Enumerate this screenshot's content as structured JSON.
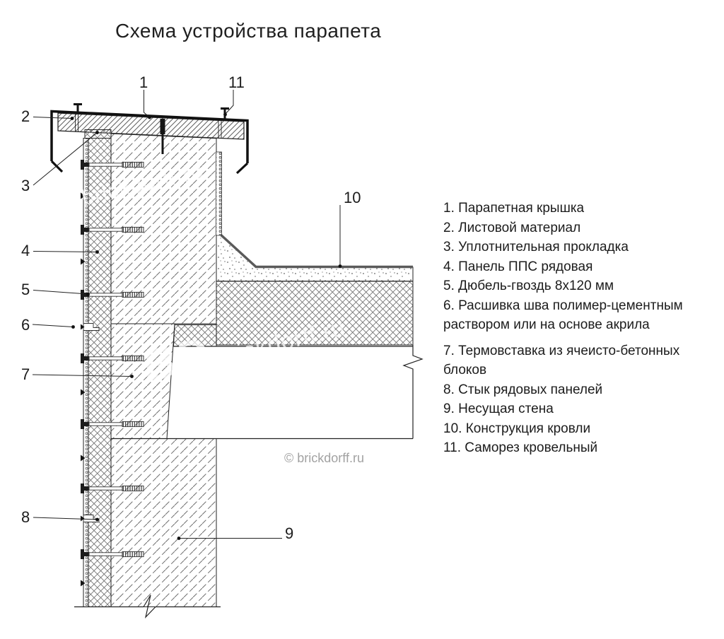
{
  "title": "Схема устройства парапета",
  "legend": {
    "items": [
      "1. Парапетная крышка",
      "2. Листовой материал",
      "3. Уплотнительная прокладка",
      "4. Панель ППС рядовая",
      "5. Дюбель-гвоздь 8х120 мм",
      "6. Расшивка шва полимер-цементным раствором или на основе акрила",
      "7. Термовставка из ячеисто-бетонных блоков",
      "8. Стык рядовых панелей",
      "9. Несущая стена",
      "10. Конструкция кровли",
      "11. Саморез кровельный"
    ]
  },
  "callouts": [
    "1",
    "2",
    "3",
    "4",
    "5",
    "6",
    "7",
    "8",
    "9",
    "10",
    "11"
  ],
  "watermark": {
    "brand": "BD",
    "domain": "brickdorff.ru",
    "copyright": "© brickdorff.ru"
  },
  "colors": {
    "line": "#222222",
    "hatch": "#6f6f6f",
    "membrane": "#5a5a5a",
    "watermark": "#d9d9d9",
    "copyright_text": "#a2a2a2"
  }
}
